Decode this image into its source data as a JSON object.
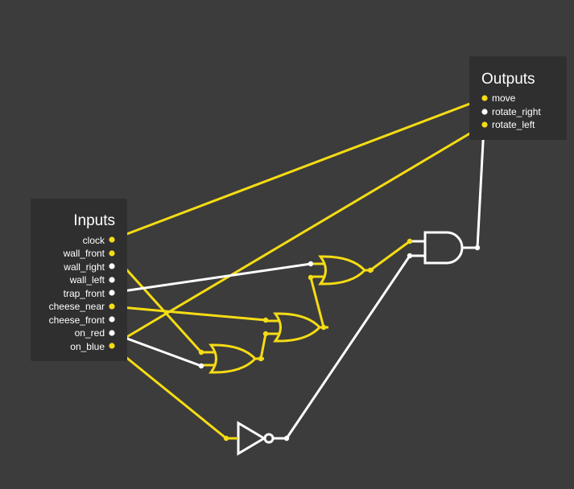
{
  "colors": {
    "background": "#3c3c3c",
    "panel": "#2f2f2f",
    "active": "#f5dc14",
    "inactive": "#ffffff"
  },
  "inputs": {
    "title": "Inputs",
    "ports": [
      {
        "label": "clock",
        "active": true
      },
      {
        "label": "wall_front",
        "active": true
      },
      {
        "label": "wall_right",
        "active": false
      },
      {
        "label": "wall_left",
        "active": false
      },
      {
        "label": "trap_front",
        "active": false
      },
      {
        "label": "cheese_near",
        "active": true
      },
      {
        "label": "cheese_front",
        "active": false
      },
      {
        "label": "on_red",
        "active": false
      },
      {
        "label": "on_blue",
        "active": true
      }
    ]
  },
  "outputs": {
    "title": "Outputs",
    "ports": [
      {
        "label": "move",
        "active": true
      },
      {
        "label": "rotate_right",
        "active": false
      },
      {
        "label": "rotate_left",
        "active": true
      }
    ]
  },
  "gates": [
    {
      "id": "or-gate-1",
      "type": "OR",
      "active": true
    },
    {
      "id": "or-gate-2",
      "type": "OR",
      "active": true
    },
    {
      "id": "or-gate-3",
      "type": "OR",
      "active": true
    },
    {
      "id": "and-gate-1",
      "type": "AND",
      "active": false
    },
    {
      "id": "not-gate-1",
      "type": "NOT",
      "active": false
    }
  ]
}
